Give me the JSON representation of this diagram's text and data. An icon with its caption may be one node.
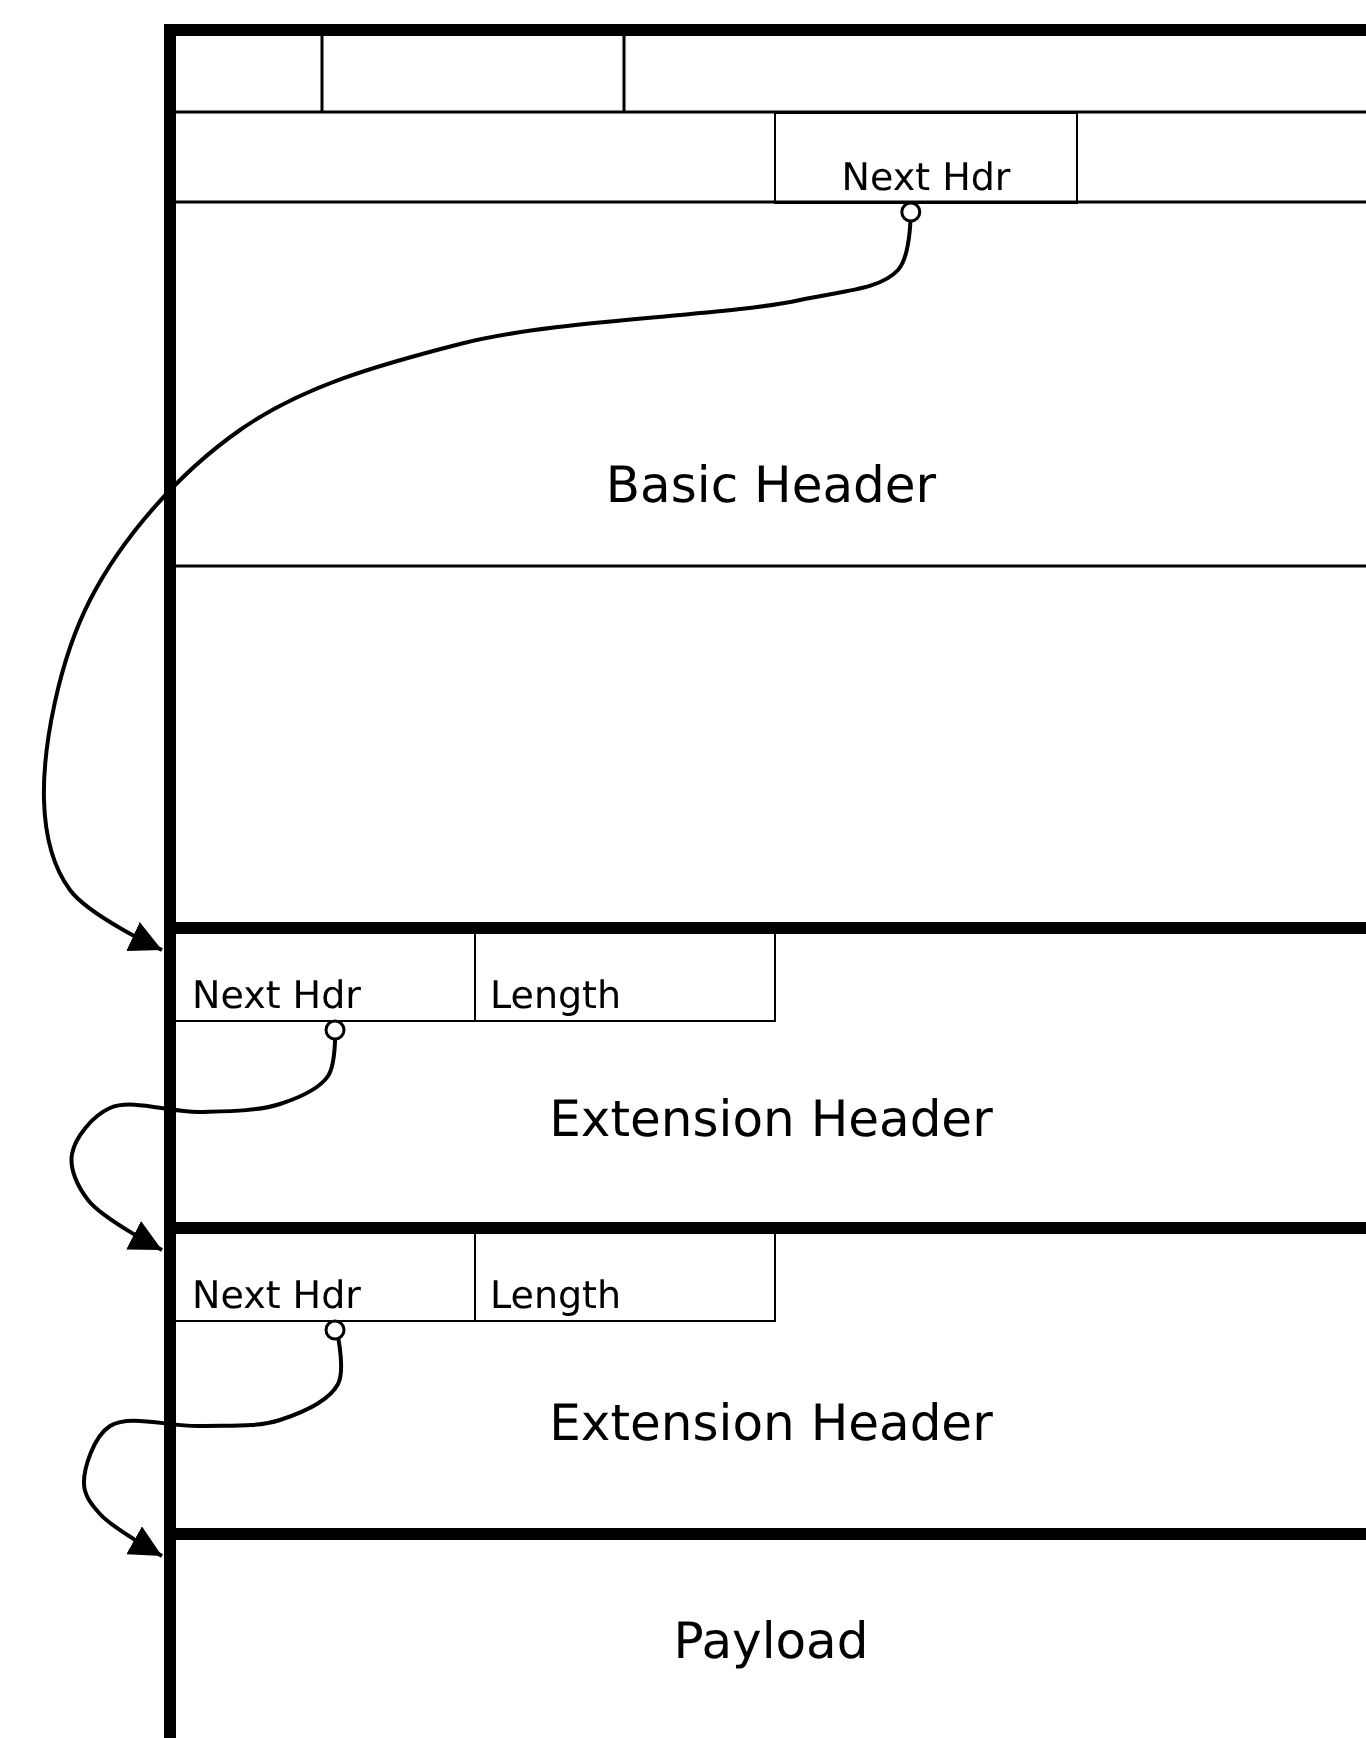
{
  "diagram": {
    "nodes": [
      {
        "text": [
          "Basic Header"
        ]
      },
      {
        "text": [
          "Next Hdr"
        ],
        "in": 0
      },
      {
        "text": [
          "Extension Header"
        ]
      },
      {
        "text": [
          "Next Hdr"
        ],
        "in": 2
      },
      {
        "text": [
          "Length"
        ],
        "in": 2
      },
      {
        "text": [
          "Extension Header"
        ]
      },
      {
        "text": [
          "Next Hdr"
        ],
        "in": 5
      },
      {
        "text": [
          "Length"
        ],
        "in": 5
      },
      {
        "text": [
          "Payload"
        ]
      }
    ],
    "edges": [
      {
        "from": 1,
        "to": 2,
        "arrow": "to"
      },
      {
        "from": 3,
        "to": 5,
        "arrow": "to"
      },
      {
        "from": 6,
        "to": 8,
        "arrow": "to"
      }
    ]
  }
}
